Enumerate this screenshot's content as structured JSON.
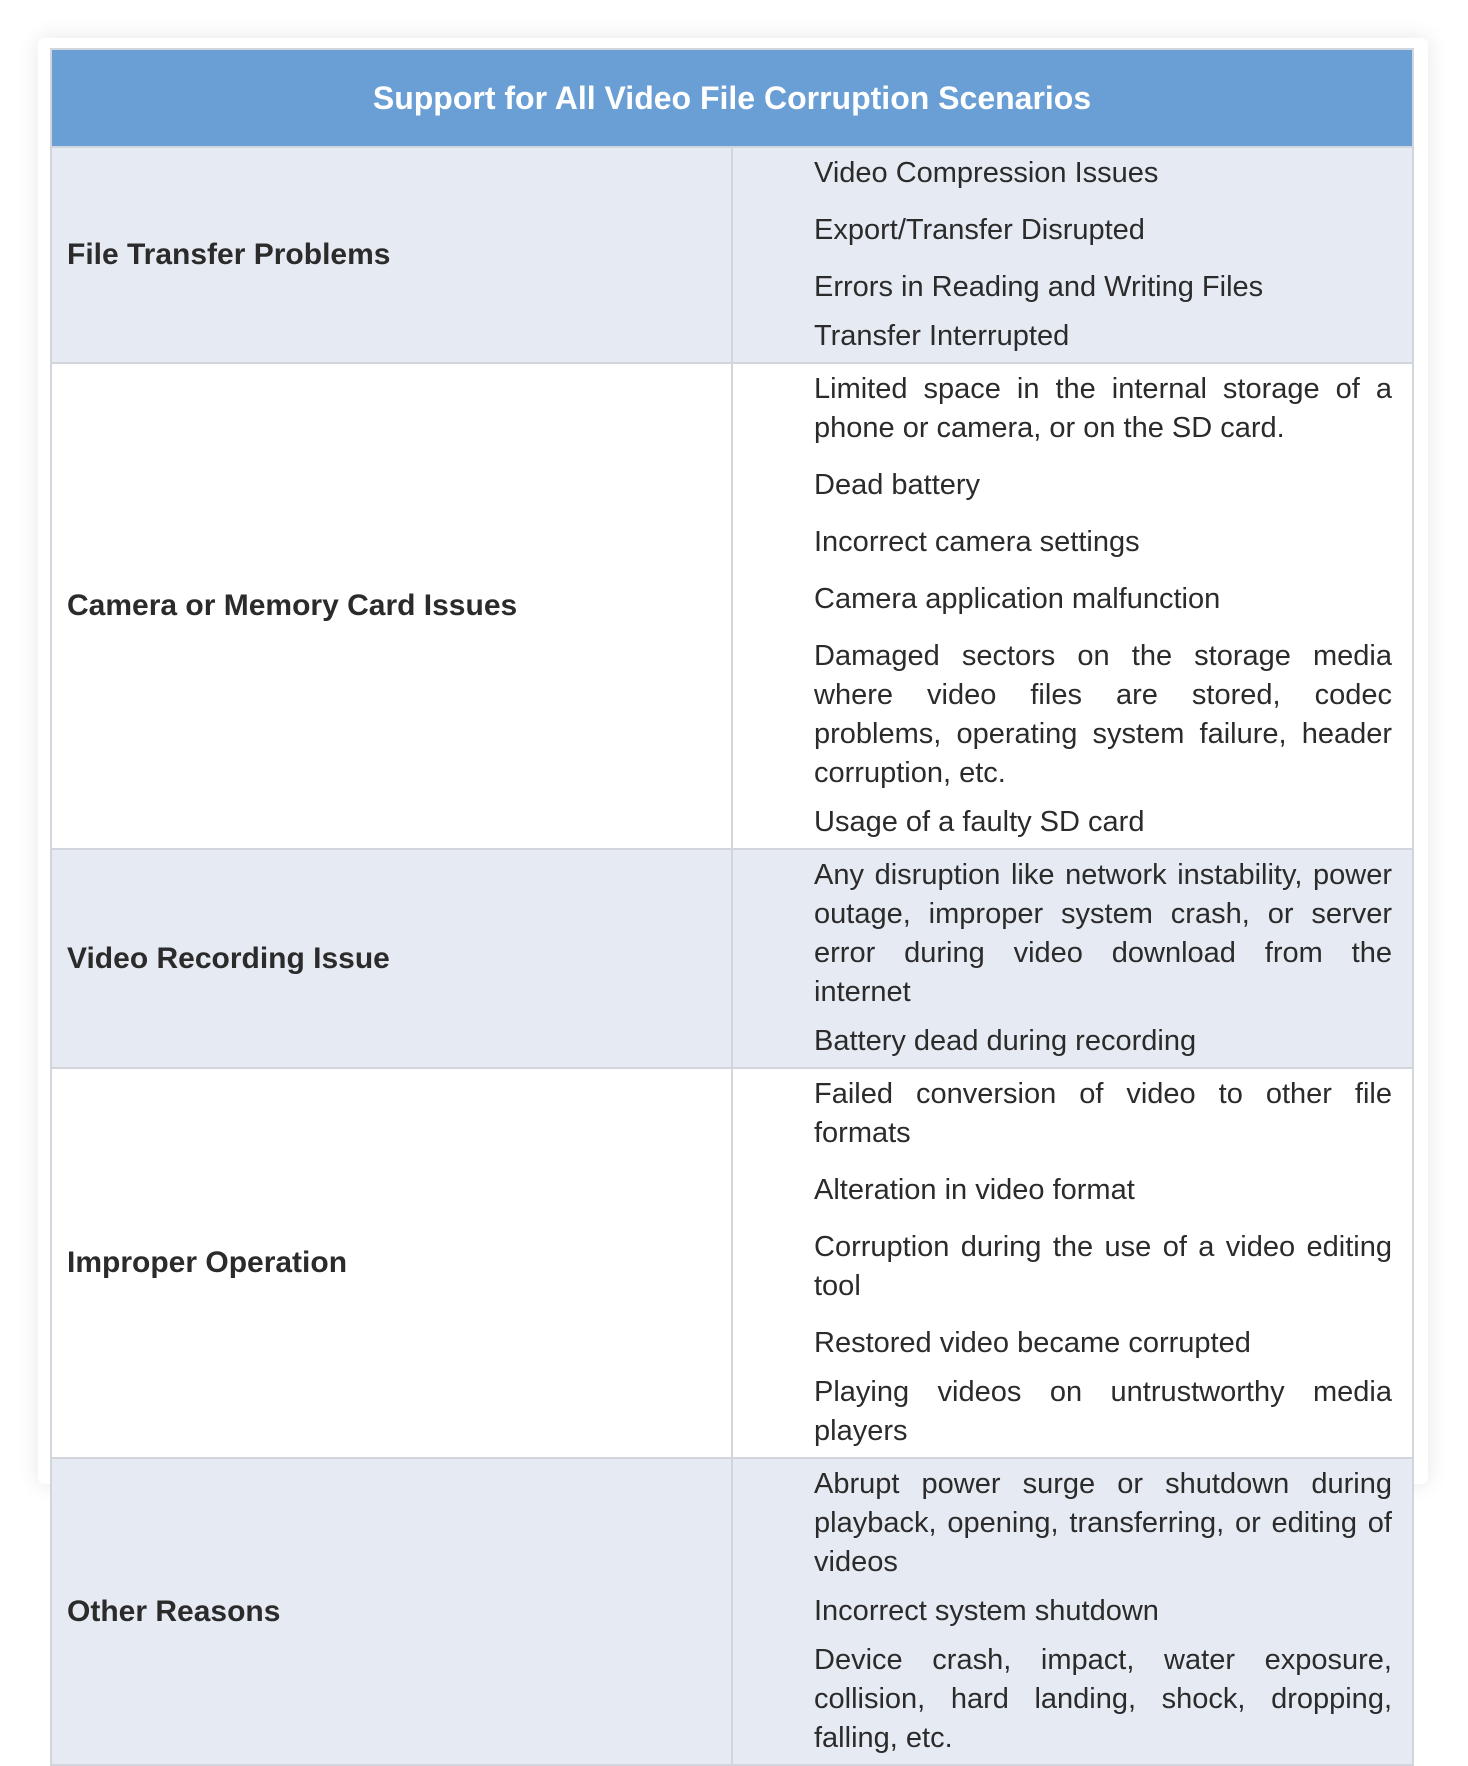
{
  "table": {
    "title": "Support for All Video File Corruption Scenarios",
    "rows": [
      {
        "category": "File Transfer Problems",
        "items": [
          "Video Compression Issues",
          "Export/Transfer Disrupted",
          "Errors in Reading and Writing Files",
          "Transfer Interrupted"
        ]
      },
      {
        "category": "Camera or Memory Card Issues",
        "items": [
          "Limited space in the internal storage of a phone or camera, or on the SD card.",
          "Dead battery",
          "Incorrect camera settings",
          "Camera application malfunction",
          "Damaged sectors on the storage media where video files are stored, codec problems, operating system failure, header corruption, etc.",
          "Usage of a faulty SD card"
        ]
      },
      {
        "category": "Video Recording Issue",
        "items": [
          "Any disruption like network instability, power outage, improper system crash, or server error during video download from the internet",
          "Battery dead during recording"
        ]
      },
      {
        "category": "Improper Operation",
        "items": [
          "Failed conversion of video to other file formats",
          "Alteration in video format",
          "Corruption during the use of a video editing tool",
          "Restored video became corrupted",
          "Playing videos on untrustworthy media players"
        ]
      },
      {
        "category": "Other Reasons",
        "items": [
          "Abrupt power surge or shutdown during playback, opening, transferring, or editing of videos",
          "Incorrect system shutdown",
          "Device crash, impact, water exposure, collision, hard landing, shock, dropping, falling, etc."
        ]
      }
    ]
  },
  "colors": {
    "header_bg": "#6a9fd5",
    "shaded_row_bg": "#e6ebf3",
    "border": "#d2d6dc"
  }
}
